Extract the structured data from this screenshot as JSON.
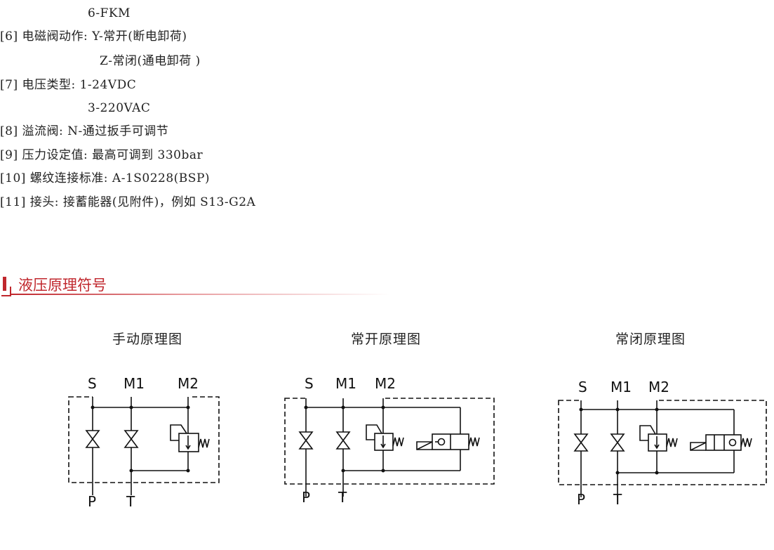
{
  "specs": [
    "6-FKM",
    "[6] 电磁阀动作: Y-常开(断电卸荷)",
    "Z-常闭(通电卸荷 )",
    "[7] 电压类型: 1-24VDC",
    "3-220VAC",
    "[8] 溢流阀: N-通过扳手可调节",
    "[9] 压力设定值: 最高可调到 330bar",
    "[10] 螺纹连接标准: A-1S0228(BSP)",
    "[11] 接头: 接蓄能器(见附件)，例如 S13-G2A"
  ],
  "section": {
    "title": "液压原理符号",
    "accent_color": "#c0272d"
  },
  "diagrams": [
    {
      "title": "手动原理图",
      "ports": {
        "s": "S",
        "m1": "M1",
        "m2": "M2",
        "p": "P",
        "t": "T"
      }
    },
    {
      "title": "常开原理图",
      "ports": {
        "s": "S",
        "m1": "M1",
        "m2": "M2",
        "p": "P",
        "t": "T"
      }
    },
    {
      "title": "常闭原理图",
      "ports": {
        "s": "S",
        "m1": "M1",
        "m2": "M2",
        "p": "P",
        "t": "T"
      }
    }
  ]
}
